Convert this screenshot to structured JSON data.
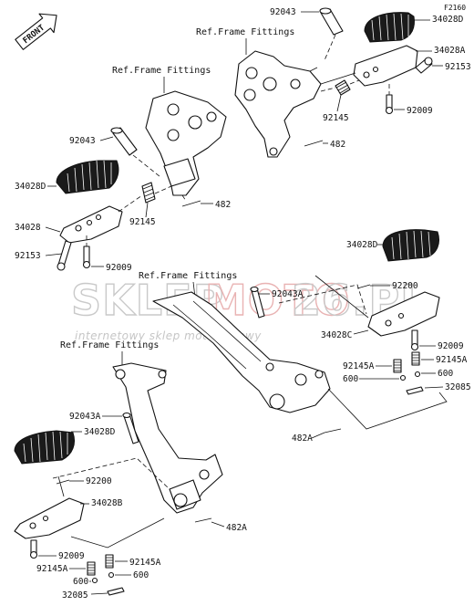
{
  "diagram_code": "F2160",
  "front_label": "FRONT",
  "refs": {
    "top_right": "Ref.Frame Fittings",
    "top_left": "Ref.Frame Fittings",
    "middle": "Ref.Frame Fittings",
    "bottom_left": "Ref.Frame Fittings"
  },
  "watermark": {
    "brand_a": "SKLEP",
    "brand_b": "MOTO",
    "brand_c": "26.PL",
    "tagline": "internetowy sklep motocyklowy"
  },
  "labels": {
    "tr_92043": "92043",
    "tr_34028D": "34028D",
    "tr_34028A": "34028A",
    "tr_92153": "92153",
    "tr_92145": "92145",
    "tr_92009": "92009",
    "tr_482": "482",
    "tl_92043": "92043",
    "tl_34028D": "34028D",
    "tl_92145": "92145",
    "tl_482": "482",
    "tl_34028": "34028",
    "tl_92153": "92153",
    "tl_92009": "92009",
    "mr_34028D": "34028D",
    "mr_92043A": "92043A",
    "mr_92200": "92200",
    "mr_34028C": "34028C",
    "mr_92009": "92009",
    "mr_92145A_l": "92145A",
    "mr_92145A_r": "92145A",
    "mr_600_l": "600",
    "mr_600_r": "600",
    "mr_32085": "32085",
    "mr_482A": "482A",
    "bl_92043A": "92043A",
    "bl_34028D": "34028D",
    "bl_92200": "92200",
    "bl_34028B": "34028B",
    "bl_482A": "482A",
    "bl_92009": "92009",
    "bl_92145A_l": "92145A",
    "bl_92145A_r": "92145A",
    "bl_600_l": "600",
    "bl_600_r": "600",
    "bl_32085": "32085"
  }
}
